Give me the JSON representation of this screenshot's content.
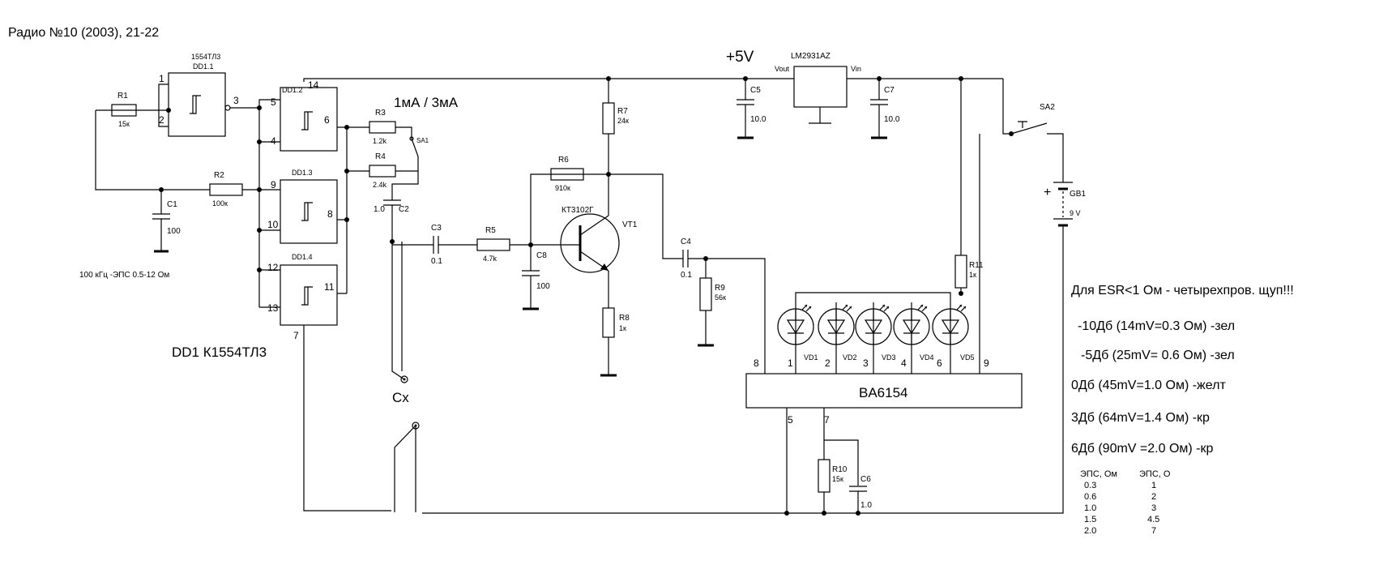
{
  "source": "Радио №10 (2003), 21-22",
  "chip": {
    "dd11_type": "1554ТЛ3",
    "dd11_name": "DD1.1",
    "dd12_name": "DD1.2",
    "dd13_name": "DD1.3",
    "dd14_name": "DD1.4",
    "pin_14": "14",
    "caption": "DD1 К1554ТЛ3",
    "pins": {
      "p1": "1",
      "p2": "2",
      "p3": "3",
      "p4": "4",
      "p5": "5",
      "p6": "6",
      "p7": "7",
      "p8": "8",
      "p9": "9",
      "p10": "10",
      "p11": "11",
      "p12": "12",
      "p13": "13"
    }
  },
  "components": {
    "R1": {
      "name": "R1",
      "value": "15к"
    },
    "R2": {
      "name": "R2",
      "value": "100к"
    },
    "R3": {
      "name": "R3",
      "value": "1.2k"
    },
    "R4": {
      "name": "R4",
      "value": "2.4k"
    },
    "R5": {
      "name": "R5",
      "value": "4.7k"
    },
    "R6": {
      "name": "R6",
      "value": "910к"
    },
    "R7": {
      "name": "R7",
      "value": "24к"
    },
    "R8": {
      "name": "R8",
      "value": "1к"
    },
    "R9": {
      "name": "R9",
      "value": "56к"
    },
    "R10": {
      "name": "R10",
      "value": "15к"
    },
    "R11": {
      "name": "R11",
      "value": "1к"
    },
    "C1": {
      "name": "C1",
      "value": "100"
    },
    "C2": {
      "name": "C2",
      "value": "1.0"
    },
    "C3": {
      "name": "C3",
      "value": "0.1"
    },
    "C4": {
      "name": "C4",
      "value": "0.1"
    },
    "C5": {
      "name": "C5",
      "value": "10.0"
    },
    "C6": {
      "name": "C6",
      "value": "1.0"
    },
    "C7": {
      "name": "C7",
      "value": "10.0"
    },
    "C8": {
      "name": "C8",
      "value": "100"
    },
    "VT1": {
      "name": "VT1",
      "type": "КТ3102Г"
    },
    "SA1": "SA1",
    "SA2": "SA2",
    "GB1": {
      "name": "GB1",
      "value": "9 V"
    },
    "regulator": {
      "name": "LM2931AZ",
      "vout": "Vout",
      "vin": "Vin"
    },
    "driver": {
      "name": "BA6154",
      "pins": {
        "p1": "1",
        "p2": "2",
        "p3": "3",
        "p4": "4",
        "p5": "5",
        "p6": "6",
        "p7": "7",
        "p8": "8",
        "p9": "9"
      }
    },
    "leds": [
      "VD1",
      "VD2",
      "VD3",
      "VD4",
      "VD5"
    ]
  },
  "labels": {
    "supply": "+5V",
    "current": "1мА / 3мА",
    "freq_note": "100 кГц -ЭПС 0.5-12 Ом",
    "cx": "Сх",
    "plus": "+"
  },
  "notes": {
    "heading": "Для ESR<1 Ом  - четырехпров. щуп!!!",
    "lines": [
      "-10Дб (14mV=0.3 Ом) -зел",
      "-5Дб (25mV= 0.6 Ом) -зел",
      "0Дб (45mV=1.0 Ом) -желт",
      "3Дб (64mV=1.4 Ом) -кр",
      "6Дб (90mV =2.0 Ом) -кр"
    ],
    "table": {
      "headers": [
        "ЭПС, Ом",
        "ЭПС, О"
      ],
      "rows": [
        [
          "0.3",
          "1"
        ],
        [
          "0.6",
          "2"
        ],
        [
          "1.0",
          "3"
        ],
        [
          "1.5",
          "4.5"
        ],
        [
          "2.0",
          "7"
        ]
      ]
    }
  }
}
